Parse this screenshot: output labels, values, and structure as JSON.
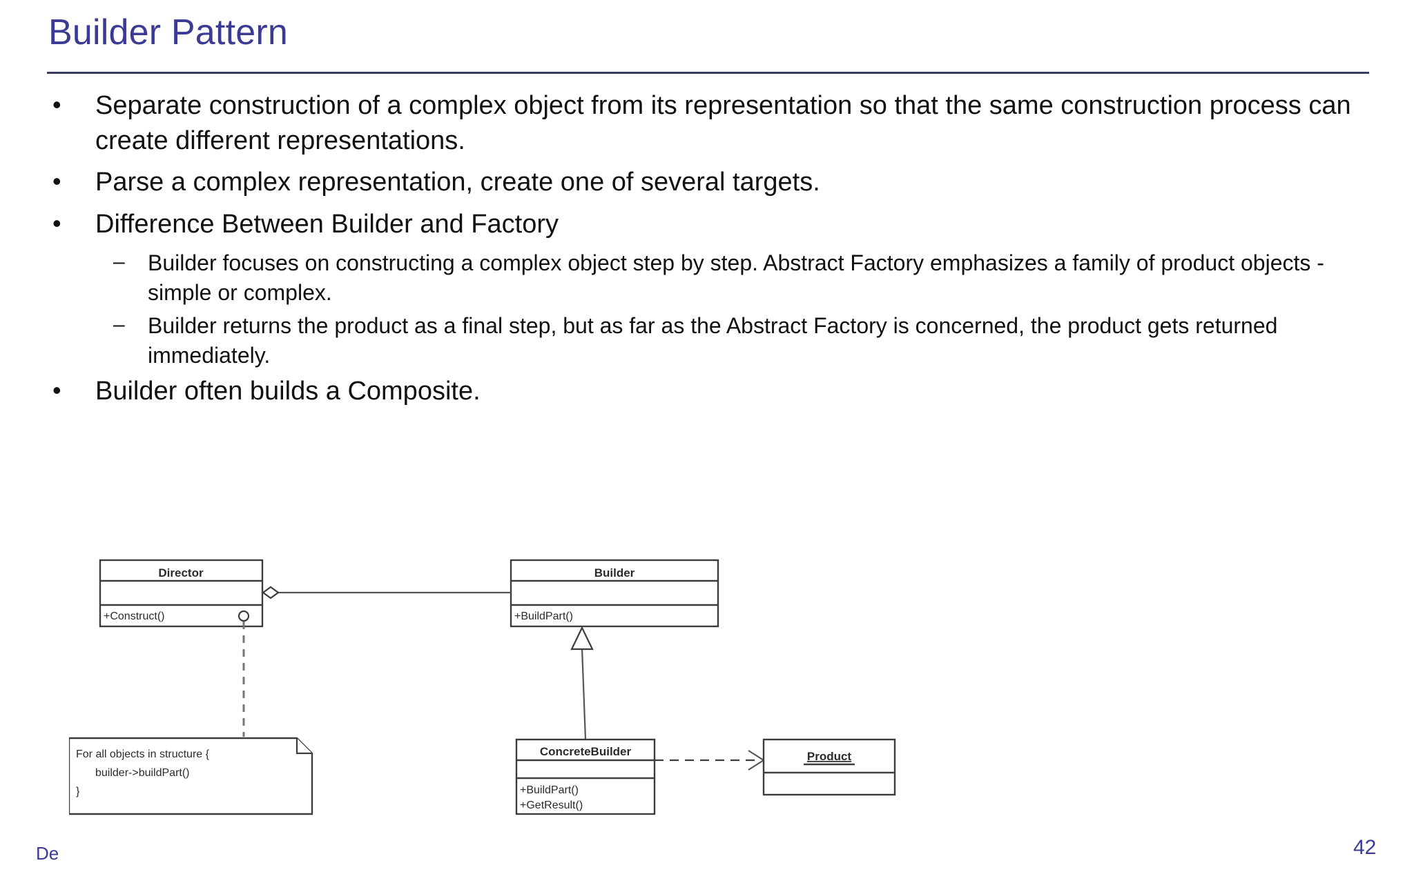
{
  "slide": {
    "title": "Builder Pattern",
    "page_number": "42",
    "footer": "De",
    "accent_color": "#3b3b96",
    "rule_color": "#3a3a62"
  },
  "bullets": [
    {
      "level": 1,
      "marker": "•",
      "text": "Separate construction of a complex object from its representation so that the same construction process can create different representations."
    },
    {
      "level": 1,
      "marker": "•",
      "text": "Parse a complex representation, create one of several targets."
    },
    {
      "level": 1,
      "marker": "•",
      "text": "Difference Between Builder and Factory"
    },
    {
      "level": 2,
      "marker": "–",
      "text": "Builder focuses on constructing a complex object step by step. Abstract Factory emphasizes a family of product objects - simple or complex."
    },
    {
      "level": 2,
      "marker": "–",
      "text": "Builder returns the product as a final step, but as far as the Abstract Factory is concerned, the product gets returned immediately."
    },
    {
      "level": 1,
      "marker": "•",
      "text": "Builder often builds a Composite."
    }
  ],
  "diagram": {
    "type": "uml-class-diagram",
    "classes": {
      "director": {
        "name": "Director",
        "attributes": [],
        "operations": [
          "+Construct()"
        ]
      },
      "builder": {
        "name": "Builder",
        "attributes": [],
        "operations": [
          "+BuildPart()"
        ]
      },
      "concrete_builder": {
        "name": "ConcreteBuilder",
        "attributes": [],
        "operations": [
          "+BuildPart()",
          "+GetResult()"
        ]
      },
      "product": {
        "name": "Product",
        "attributes": [],
        "operations": []
      }
    },
    "note": {
      "line1": "For all objects in structure {",
      "line2": "builder->buildPart()",
      "line3": "}"
    },
    "relationships": [
      {
        "kind": "aggregation",
        "from": "Director",
        "to": "Builder"
      },
      {
        "kind": "generalization",
        "from": "ConcreteBuilder",
        "to": "Builder"
      },
      {
        "kind": "dependency",
        "from": "ConcreteBuilder",
        "to": "Product"
      },
      {
        "kind": "note-anchor",
        "from": "Director.+Construct()",
        "to": "note"
      }
    ]
  }
}
